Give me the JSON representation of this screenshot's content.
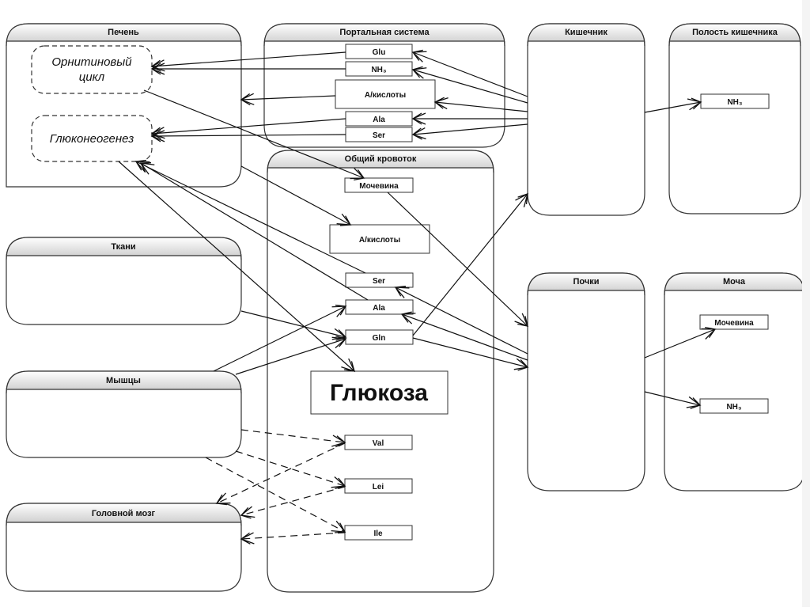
{
  "diagram": {
    "compartments": [
      {
        "id": "liver",
        "title": "Печень"
      },
      {
        "id": "portal",
        "title": "Портальная система"
      },
      {
        "id": "intestine",
        "title": "Кишечник"
      },
      {
        "id": "intestine-lumen",
        "title": "Полость кишечника"
      },
      {
        "id": "blood",
        "title": "Общий кровоток"
      },
      {
        "id": "tissues",
        "title": "Ткани"
      },
      {
        "id": "muscles",
        "title": "Мышцы"
      },
      {
        "id": "brain",
        "title": "Головной мозг"
      },
      {
        "id": "kidneys",
        "title": "Почки"
      },
      {
        "id": "urine",
        "title": "Моча"
      }
    ],
    "processes": [
      {
        "id": "ornithine-cycle",
        "line1": "Орнитиновый",
        "line2": "цикл"
      },
      {
        "id": "gluconeogenesis",
        "line1": "Глюконеогенез"
      }
    ],
    "portal_items": {
      "glu": "Glu",
      "nh3": "NH₃",
      "amino": "А/кислоты",
      "ala": "Ala",
      "ser": "Ser"
    },
    "lumen_items": {
      "nh3": "NH₃"
    },
    "blood_items": {
      "urea": "Мочевина",
      "amino": "А/кислоты",
      "ser": "Ser",
      "ala": "Ala",
      "gln": "Gln",
      "glucose": "Глюкоза",
      "val": "Val",
      "lei": "Lei",
      "ile": "Ile"
    },
    "urine_items": {
      "urea": "Мочевина",
      "nh3": "NH₃"
    }
  }
}
